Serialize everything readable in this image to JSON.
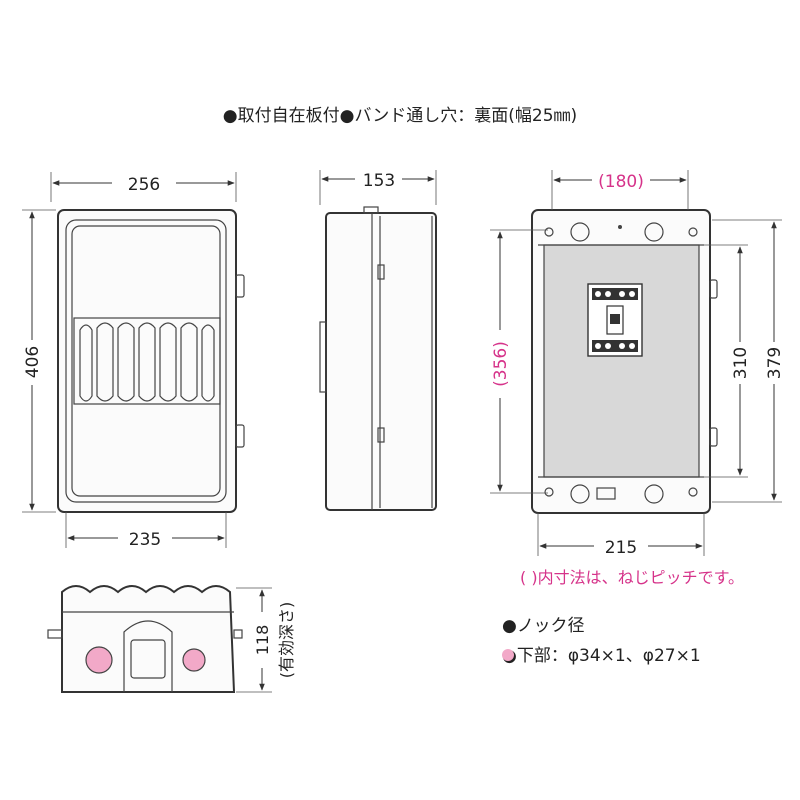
{
  "header": {
    "features": "●取付自在板付●バンド通し穴：裏面(幅25㎜)"
  },
  "dimensions": {
    "front_width": "256",
    "front_height": "406",
    "front_bottom_width": "235",
    "side_depth": "153",
    "rear_pitch_width": "(180)",
    "rear_pitch_height": "(356)",
    "rear_inner_height": "310",
    "rear_height": "379",
    "rear_bottom_width": "215",
    "bottom_depth": "118",
    "bottom_depth_note": "(有効深さ)"
  },
  "notes": {
    "pitch_note": "( )内寸法は、ねじピッチです。",
    "knock_title": "●ノック径",
    "knock_bottom": "●下部：φ34×1、φ27×1"
  },
  "colors": {
    "text": "#222222",
    "accent_pink": "#d6338a",
    "knockout_fill": "#f2a9c8",
    "panel_gray": "#d8d8d8",
    "outline": "#333333"
  }
}
